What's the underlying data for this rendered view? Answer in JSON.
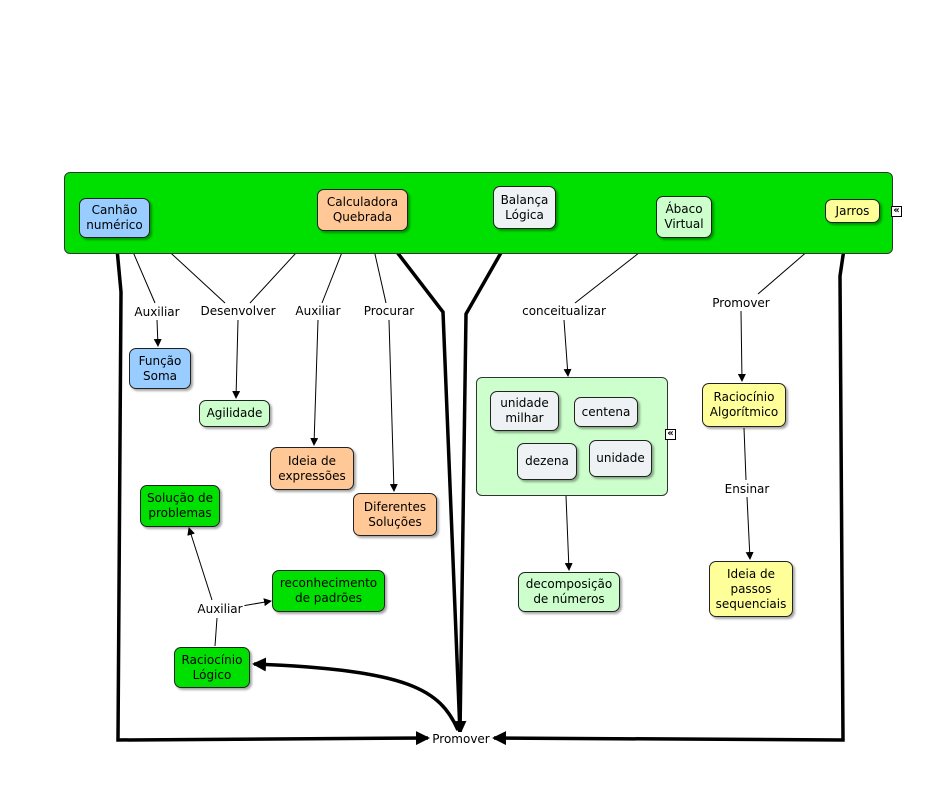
{
  "colors": {
    "top_container": "#00e000",
    "inner_container": "#ccffcc",
    "blue": "#99ccff",
    "orange": "#ffc896",
    "light_green": "#ccffcc",
    "green": "#00e000",
    "yellow": "#ffff99",
    "gray": "#eef2f4",
    "edge": "#000000"
  },
  "icons": {
    "collapse": "double-chevron-left-icon"
  },
  "nodes": {
    "canhao": "Canhão\nnumérico",
    "calculadora": "Calculadora\nQuebrada",
    "balanca": "Balança\nLógica",
    "abaco": "Ábaco\nVirtual",
    "jarros": "Jarros",
    "funcao_soma": "Função\nSoma",
    "agilidade": "Agilidade",
    "ideia_expressoes": "Ideia de\nexpressões",
    "diferentes_solucoes": "Diferentes\nSoluções",
    "unidade_milhar": "unidade\nmilhar",
    "centena": "centena",
    "dezena": "dezena",
    "unidade": "unidade",
    "decomposicao": "decomposição\nde números",
    "raciocinio_algoritmico": "Raciocínio\nAlgorítmico",
    "ideia_passos": "Ideia de\npassos\nsequenciais",
    "solucao_problemas": "Solução de\nproblemas",
    "reconhecimento": "reconhecimento\nde padrões",
    "raciocinio_logico": "Raciocínio\nLógico"
  },
  "links": {
    "auxiliar_1": "Auxiliar",
    "desenvolver": "Desenvolver",
    "auxiliar_2": "Auxiliar",
    "procurar": "Procurar",
    "conceitualizar": "conceitualizar",
    "promover_jarros": "Promover",
    "ensinar": "Ensinar",
    "auxiliar_3": "Auxiliar",
    "promover_main": "Promover"
  }
}
